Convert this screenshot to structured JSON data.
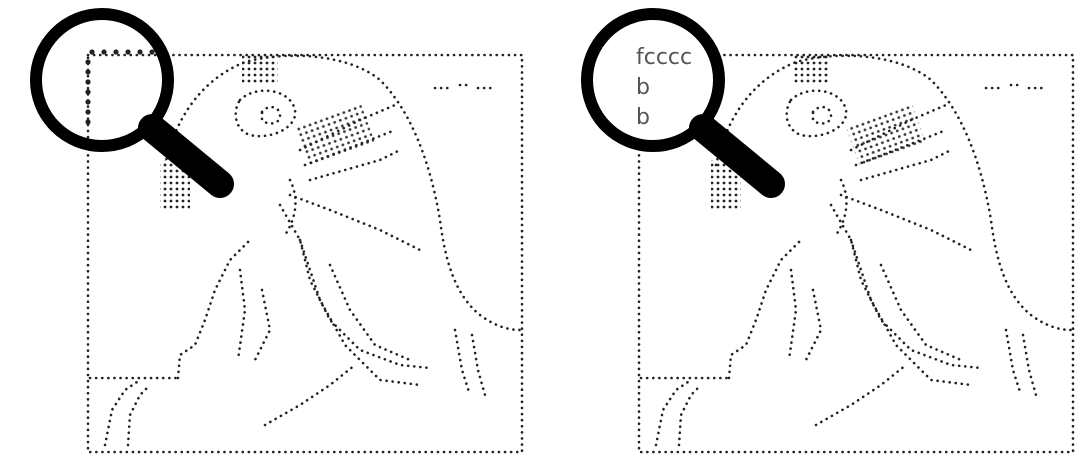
{
  "panels": [
    {
      "id": "left",
      "zoom_view": "dots",
      "zoom_icon": "magnifying-glass-icon"
    },
    {
      "id": "right",
      "zoom_view": "text",
      "zoom_icon": "magnifying-glass-icon",
      "zoom_text": {
        "line1": "fcccc",
        "line2": "b",
        "line3": "b"
      }
    }
  ],
  "colors": {
    "dots": "#222222",
    "lens": "#000000",
    "zoom_text": "#555555",
    "background": "#ffffff"
  }
}
